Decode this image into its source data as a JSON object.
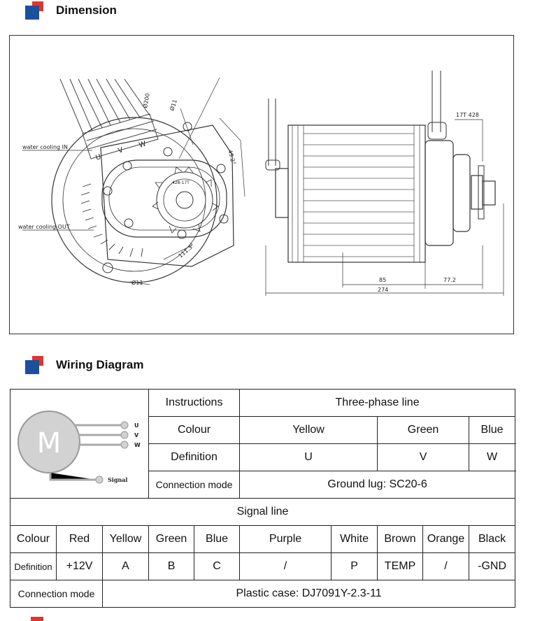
{
  "headings": {
    "dimension": "Dimension",
    "wiring": "Wiring Diagram"
  },
  "colors": {
    "accent_red": "#e0352b",
    "accent_blue": "#1c4f9e"
  },
  "drawing": {
    "labels": {
      "water_in": "water cooling IN",
      "water_out": "water cooling OUT",
      "d200": "Ø200",
      "d11_top": "Ø11",
      "d11_bottom": "Ø11",
      "angle49": "49.2°",
      "angle111": "111.3°",
      "sprocket": "428-17T",
      "chain": "17T 428",
      "dim85": "85",
      "dim77": "77.2",
      "dim274": "274",
      "phase_u": "U",
      "phase_v": "V",
      "phase_w": "W"
    }
  },
  "wiring": {
    "motor_letter": "M",
    "terminals": {
      "u": "U",
      "v": "V",
      "w": "W",
      "signal": "Signal"
    },
    "instructions_label": "Instructions",
    "three_phase_line": "Three-phase line",
    "colour_label": "Colour",
    "phase_colours": [
      "Yellow",
      "Green",
      "Blue"
    ],
    "definition_label": "Definition",
    "phase_definitions": [
      "U",
      "V",
      "W"
    ],
    "connection_mode_label": "Connection mode",
    "phase_connection": "Ground lug: SC20-6",
    "signal_line": "Signal line",
    "signal_colour_label": "Colour",
    "signal_colours": [
      "Red",
      "Yellow",
      "Green",
      "Blue",
      "Purple",
      "White",
      "Brown",
      "Orange",
      "Black"
    ],
    "signal_definition_label": "Definition",
    "signal_definitions": [
      "+12V",
      "A",
      "B",
      "C",
      "/",
      "P",
      "TEMP",
      "/",
      "-GND"
    ],
    "signal_connection_label": "Connection mode",
    "signal_connection": "Plastic case: DJ7091Y-2.3-11"
  }
}
